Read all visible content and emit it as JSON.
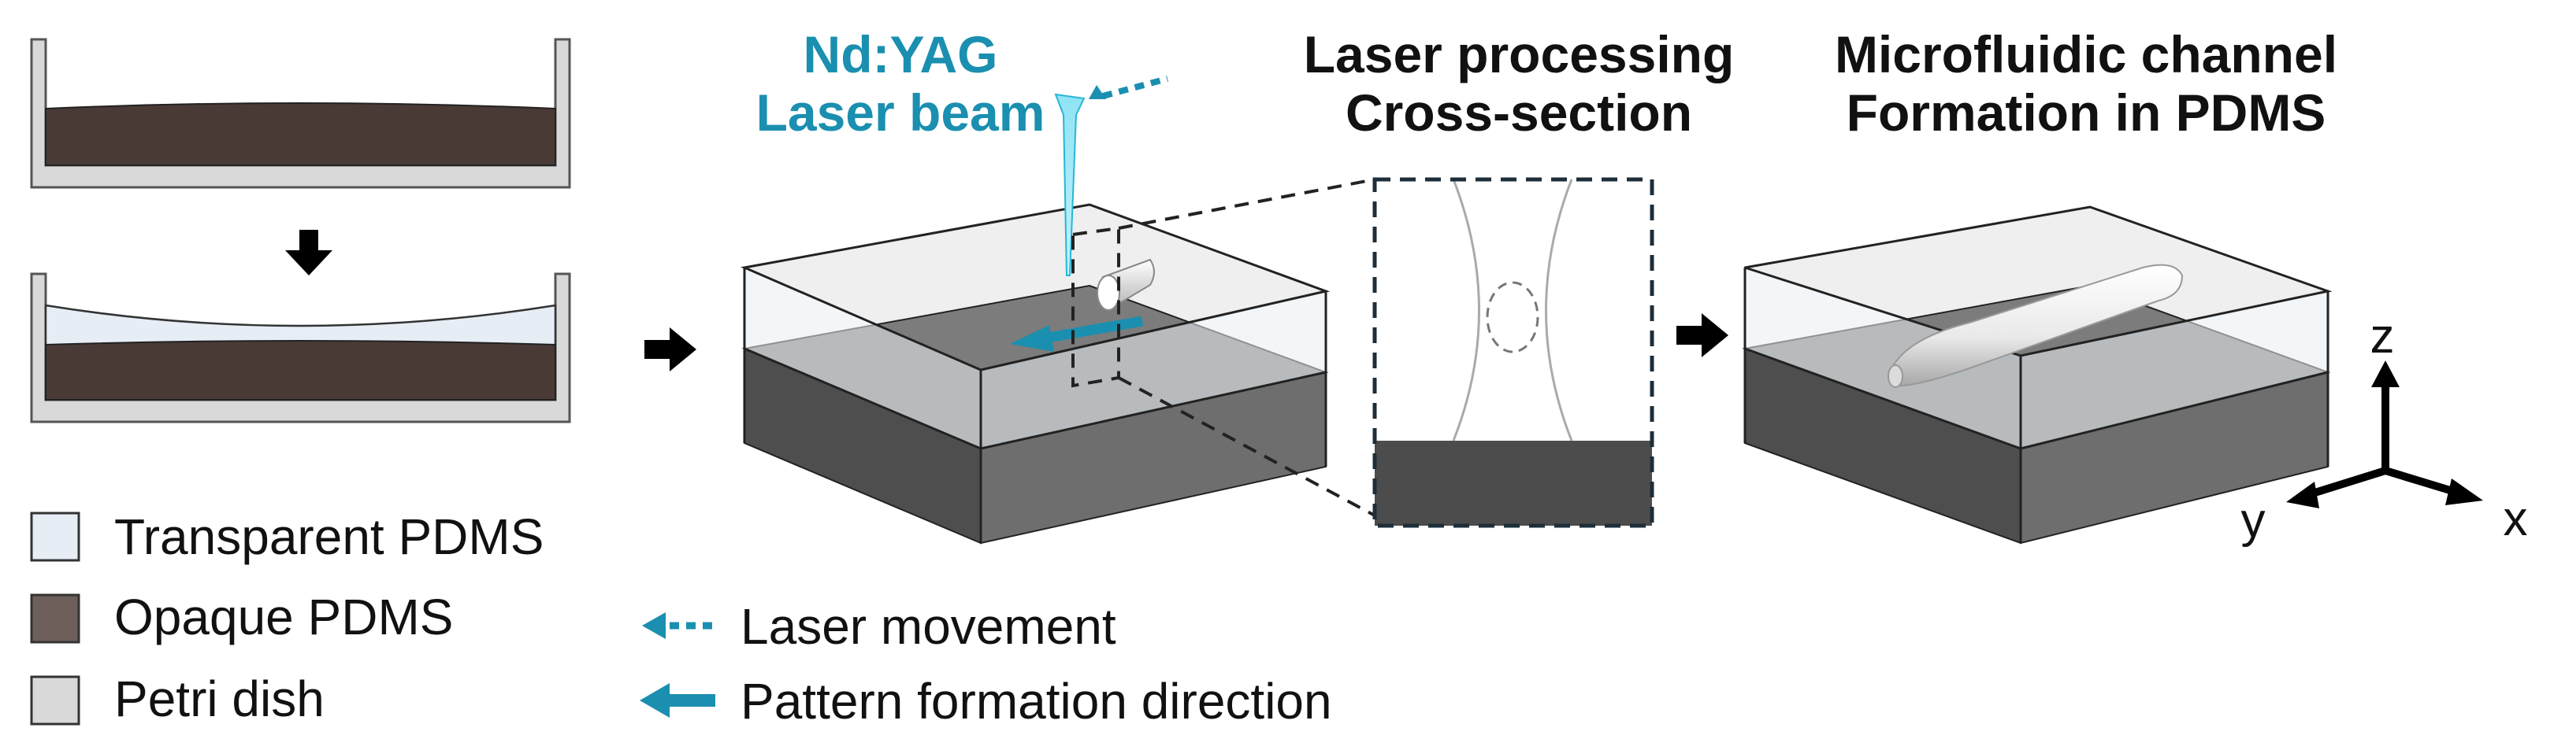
{
  "titles": {
    "laser_line1": "Nd:YAG",
    "laser_line2": "Laser beam",
    "processing_line1": "Laser processing",
    "processing_line2": "Cross-section",
    "channel_line1": "Microfluidic channel",
    "channel_line2": "Formation in PDMS"
  },
  "legend": {
    "transparent_pdms": "Transparent PDMS",
    "opaque_pdms": "Opaque PDMS",
    "petri_dish": "Petri dish",
    "laser_movement": "Laser movement",
    "pattern_direction": "Pattern formation direction"
  },
  "axes": {
    "x": "x",
    "y": "y",
    "z": "z"
  },
  "colors": {
    "transparent_pdms": "#e6edf5",
    "opaque_pdms": "#4a3a36",
    "petri_dish": "#d9d9d9",
    "laser_blue": "#1a8fb0",
    "block_top": "#7a7a7a",
    "block_side": "#555555"
  },
  "icons": {
    "step_arrow": "black-arrow-icon",
    "laser_movement": "dotted-arrow-icon",
    "pattern_direction": "solid-arrow-icon"
  }
}
